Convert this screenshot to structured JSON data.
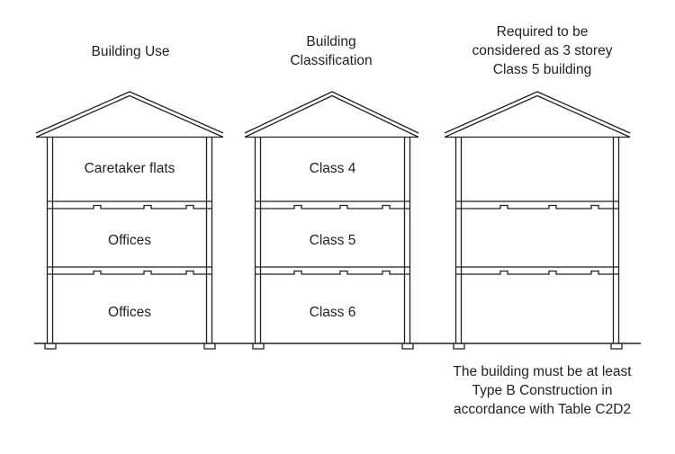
{
  "diagram": {
    "title_columns": [
      {
        "id": "building-use",
        "text": "Building Use"
      },
      {
        "id": "building-classification",
        "text": "Building\nClassification"
      },
      {
        "id": "required-consideration",
        "text": "Required to be\nconsidered as 3 storey\nClass 5 building"
      }
    ],
    "footnote": "The building must be at least\nType B Construction in\naccordance with Table C2D2",
    "buildings": [
      {
        "id": "building-use",
        "storeys": [
          {
            "level": "top",
            "label": "Caretaker flats"
          },
          {
            "level": "middle",
            "label": "Offices"
          },
          {
            "level": "ground",
            "label": "Offices"
          }
        ]
      },
      {
        "id": "building-classification",
        "storeys": [
          {
            "level": "top",
            "label": "Class 4"
          },
          {
            "level": "middle",
            "label": "Class 5"
          },
          {
            "level": "ground",
            "label": "Class 6"
          }
        ]
      },
      {
        "id": "building-required",
        "storeys": [
          {
            "level": "top",
            "label": ""
          },
          {
            "level": "middle",
            "label": ""
          },
          {
            "level": "ground",
            "label": ""
          }
        ]
      }
    ],
    "colors": {
      "line": "#231f20",
      "text": "#231f20",
      "background": "#ffffff"
    }
  }
}
